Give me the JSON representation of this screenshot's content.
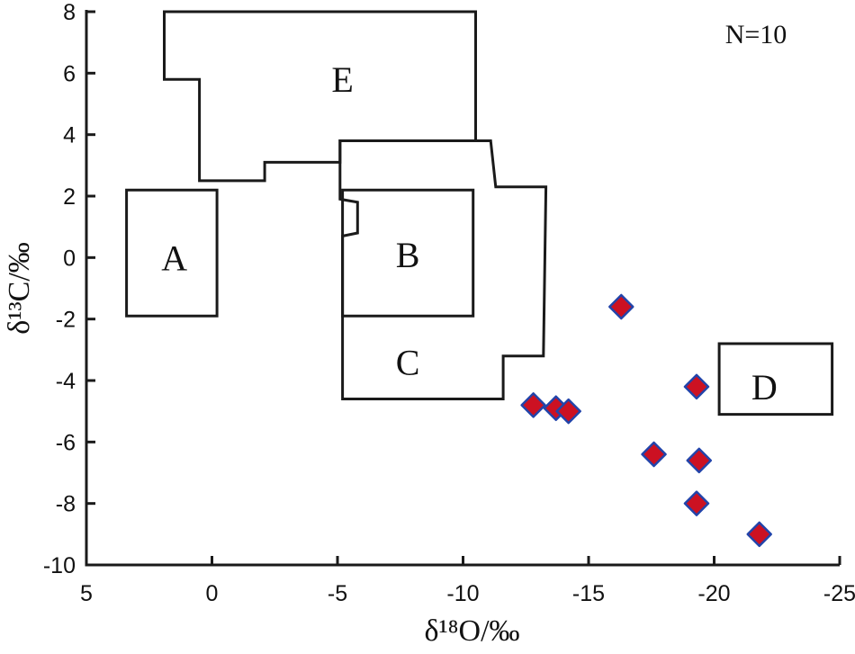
{
  "chart_data": {
    "type": "scatter",
    "xlabel": "δ¹⁸O/‰",
    "ylabel": "δ¹³C/‰",
    "xlim": [
      5,
      -25
    ],
    "ylim": [
      -10,
      8
    ],
    "x_ticks": [
      5,
      0,
      -5,
      -10,
      -15,
      -20,
      -25
    ],
    "y_ticks": [
      8,
      6,
      4,
      2,
      0,
      -2,
      -4,
      -6,
      -8,
      -10
    ],
    "annotation": "N=10",
    "marker": {
      "shape": "diamond",
      "fill": "#cc1122",
      "stroke": "#2244aa"
    },
    "points": [
      {
        "x": -12.8,
        "y": -4.8
      },
      {
        "x": -13.7,
        "y": -4.9
      },
      {
        "x": -14.2,
        "y": -5.0
      },
      {
        "x": -16.3,
        "y": -1.6
      },
      {
        "x": -17.6,
        "y": -6.4
      },
      {
        "x": -19.3,
        "y": -4.2
      },
      {
        "x": -19.4,
        "y": -6.6
      },
      {
        "x": -19.3,
        "y": -8.0
      },
      {
        "x": -21.8,
        "y": -9.0
      }
    ],
    "fields": [
      {
        "label": "A",
        "label_at": [
          1.5,
          0
        ],
        "outline": [
          [
            3.4,
            2.2
          ],
          [
            -0.2,
            2.2
          ],
          [
            -0.2,
            -1.9
          ],
          [
            3.4,
            -1.9
          ]
        ]
      },
      {
        "label": "B",
        "label_at": [
          -7.8,
          0.1
        ],
        "outline": [
          [
            -5.2,
            2.2
          ],
          [
            -10.4,
            2.2
          ],
          [
            -10.4,
            -1.9
          ],
          [
            -5.2,
            -1.9
          ]
        ]
      },
      {
        "label": "C",
        "label_at": [
          -7.8,
          -3.4
        ],
        "outline": [
          [
            -5.1,
            3.8
          ],
          [
            -11.1,
            3.8
          ],
          [
            -11.3,
            2.3
          ],
          [
            -13.3,
            2.3
          ],
          [
            -13.2,
            -3.2
          ],
          [
            -11.6,
            -3.2
          ],
          [
            -11.6,
            -4.6
          ],
          [
            -5.2,
            -4.6
          ],
          [
            -5.2,
            0.7
          ],
          [
            -5.8,
            0.8
          ],
          [
            -5.8,
            1.8
          ],
          [
            -5.1,
            1.9
          ]
        ]
      },
      {
        "label": "E",
        "label_at": [
          -5.2,
          5.8
        ],
        "outline": [
          [
            1.9,
            8.0
          ],
          [
            -10.5,
            8.0
          ],
          [
            -10.5,
            3.8
          ],
          [
            -5.1,
            3.8
          ],
          [
            -5.1,
            3.1
          ],
          [
            -2.1,
            3.1
          ],
          [
            -2.1,
            2.5
          ],
          [
            0.5,
            2.5
          ],
          [
            0.5,
            5.8
          ],
          [
            1.9,
            5.8
          ]
        ]
      },
      {
        "label": "D",
        "label_at": [
          -22.0,
          -4.2
        ],
        "outline": [
          [
            -20.2,
            -2.8
          ],
          [
            -24.7,
            -2.8
          ],
          [
            -24.7,
            -5.1
          ],
          [
            -20.2,
            -5.1
          ]
        ]
      }
    ]
  }
}
